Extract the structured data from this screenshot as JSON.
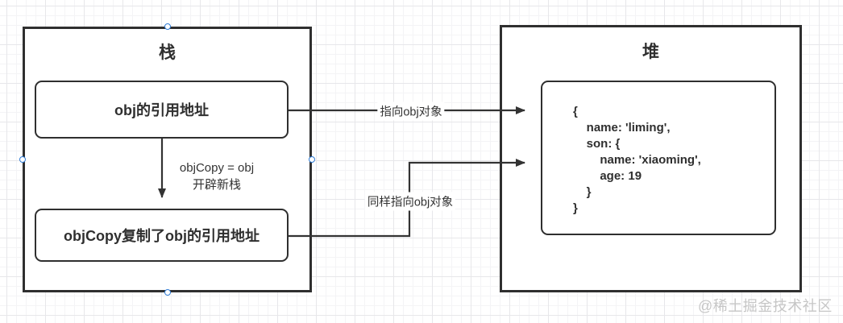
{
  "diagram": {
    "stack": {
      "title": "栈",
      "node_obj_label": "obj的引用地址",
      "node_objcopy_label": "objCopy复制了obj的引用地址"
    },
    "heap": {
      "title": "堆",
      "code": "{\n    name: 'liming',\n    son: {\n        name: 'xiaoming',\n        age: 19\n    }\n}"
    },
    "edges": {
      "obj_to_heap_label": "指向obj对象",
      "objcopy_to_heap_label": "同样指向obj对象",
      "copy_label_line1": "objCopy = obj",
      "copy_label_line2": "开辟新栈"
    },
    "colors": {
      "line": "#333333",
      "handle_stroke": "#2e7bd6",
      "watermark": "#c6c6c6"
    }
  },
  "watermark_text": "@稀土掘金技术社区"
}
